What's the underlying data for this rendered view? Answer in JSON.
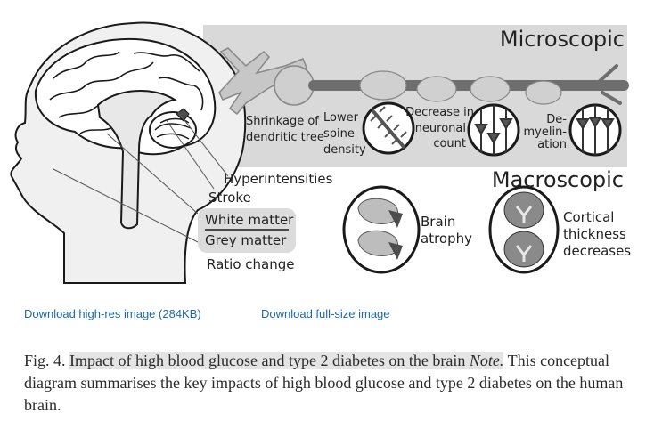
{
  "figure": {
    "sections": {
      "microscopic": "Microscopic",
      "macroscopic": "Macroscopic"
    },
    "micro_labels": {
      "shrinkage": [
        "Shrinkage of",
        "dendritic tree"
      ],
      "spine": [
        "Lower",
        "spine",
        "density"
      ],
      "neuronal": [
        "Decrease in",
        "neuronal",
        "count"
      ],
      "demyelination": [
        "De-",
        "myelin-",
        "ation"
      ]
    },
    "macro_labels": {
      "hyperintensities": "Hyperintensities",
      "stroke": "Stroke",
      "white_matter": "White matter",
      "grey_matter": "Grey matter",
      "ratio_change": "Ratio change",
      "brain_atrophy": [
        "Brain",
        "atrophy"
      ],
      "cortical": [
        "Cortical",
        "thickness",
        "decreases"
      ]
    },
    "colors": {
      "panel": "#d9d9d9",
      "outline": "#1a1a1a",
      "accent_brain": "#4d4d4d"
    }
  },
  "links": {
    "high_res": "Download high-res image (284KB)",
    "full_size": "Download full-size image"
  },
  "caption": {
    "prefix": "Fig. 4.",
    "title": "Impact of high blood glucose and type 2 diabetes on the brain",
    "note": "Note.",
    "body": " This conceptual diagram summarises the key impacts of high blood glucose and type 2 diabetes on the human brain."
  }
}
